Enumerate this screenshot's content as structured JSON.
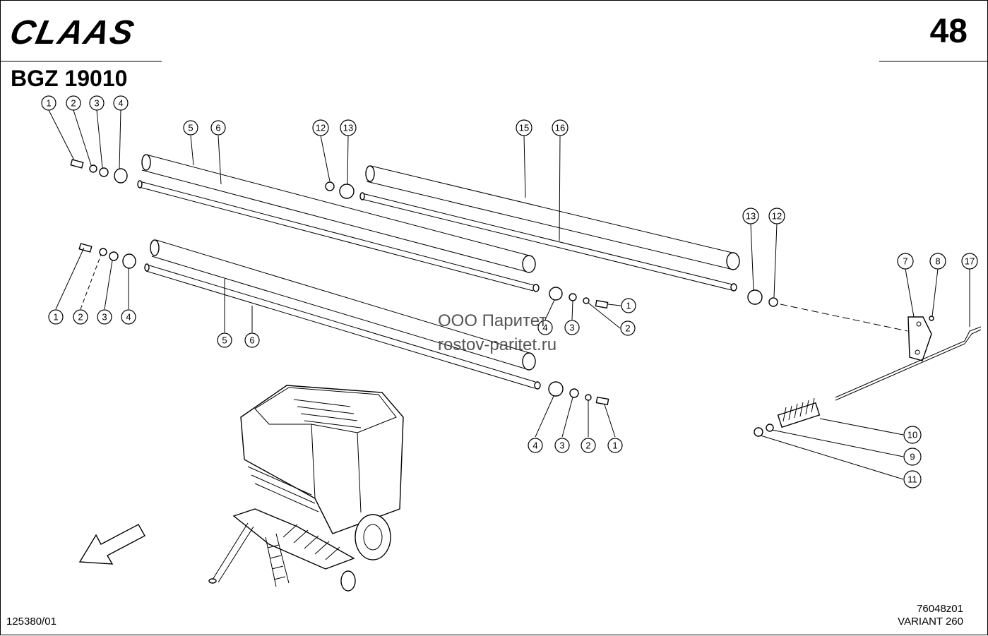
{
  "header": {
    "brand": "CLAAS",
    "page_number": "48",
    "group_code": "BGZ 19010"
  },
  "footer": {
    "doc_number": "125380/01",
    "drawing_number": "76048z01",
    "model_name": "VARIANT 260"
  },
  "watermark": {
    "company": "ООО Паритет",
    "site": "rostov-paritet.ru"
  },
  "callouts": [
    "1",
    "2",
    "3",
    "4",
    "1",
    "2",
    "3",
    "4",
    "5",
    "6",
    "5",
    "6",
    "12",
    "13",
    "15",
    "16",
    "13",
    "12",
    "7",
    "8",
    "17",
    "4",
    "3",
    "1",
    "2",
    "4",
    "3",
    "2",
    "1",
    "10",
    "9",
    "11"
  ]
}
